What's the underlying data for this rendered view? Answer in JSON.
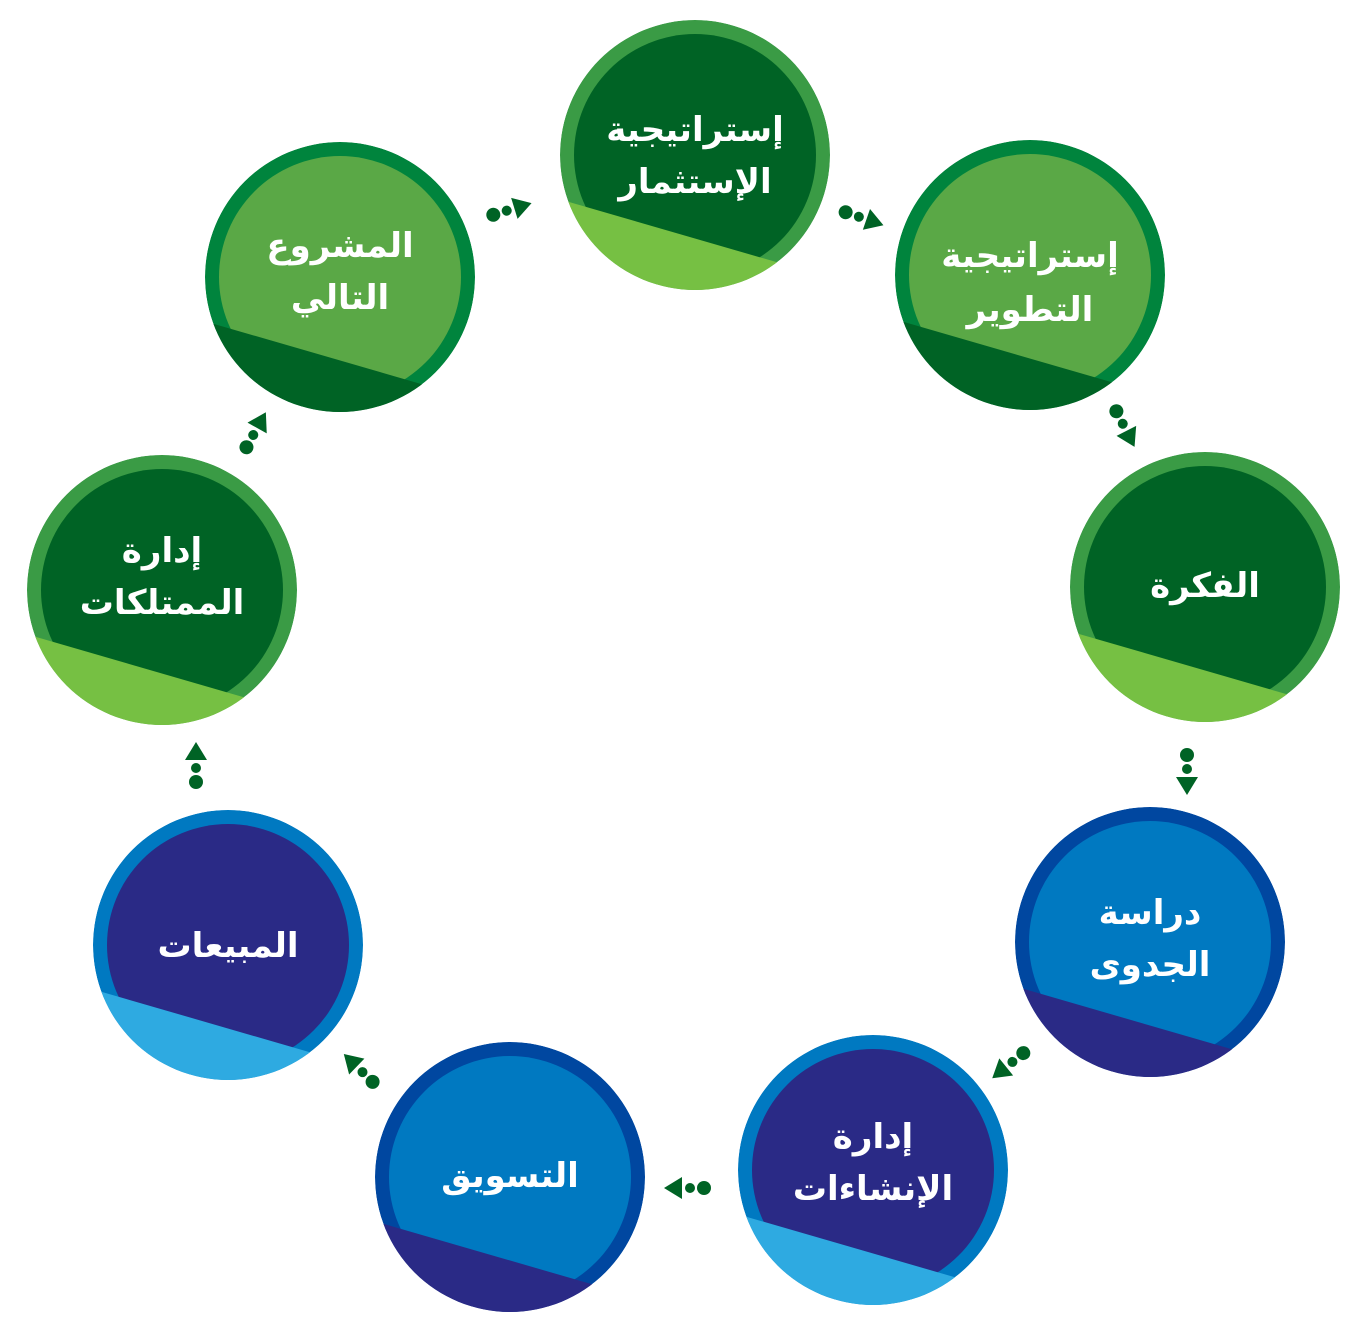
{
  "colors": {
    "dark_green": "#006325",
    "medium_green": "#5aa846",
    "ring_green": "#3a9b45",
    "ring_green_2": "#00843d",
    "light_green": "#76c043",
    "blue": "#0079c1",
    "dark_blue_ring": "#0047a0",
    "indigo": "#2a2a86",
    "light_blue": "#2eaae1"
  },
  "nodes": [
    {
      "lines": [
        "إستراتيجية",
        "الإستثمار"
      ]
    },
    {
      "lines": [
        "إستراتيجية",
        "التطوير"
      ]
    },
    {
      "lines": [
        "الفكرة"
      ]
    },
    {
      "lines": [
        "دراسة",
        "الجدوى"
      ]
    },
    {
      "lines": [
        "إدارة",
        "الإنشاءات"
      ]
    },
    {
      "lines": [
        "التسويق"
      ]
    },
    {
      "lines": [
        "المبيعات"
      ]
    },
    {
      "lines": [
        "إدارة",
        "الممتلكات"
      ]
    },
    {
      "lines": [
        "المشروع",
        "التالي"
      ]
    }
  ]
}
